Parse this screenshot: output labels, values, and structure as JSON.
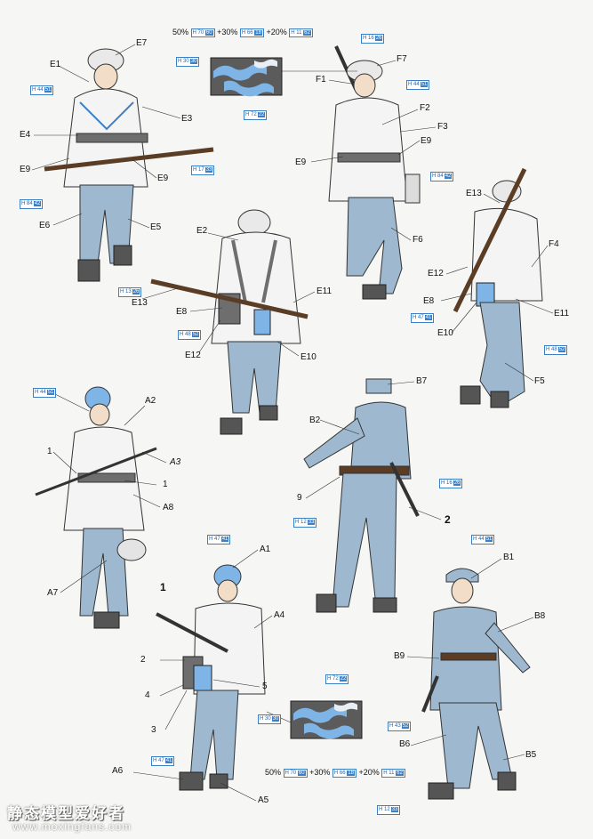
{
  "callouts": {
    "E7": "E7",
    "E1": "E1",
    "E3": "E3",
    "E4": "E4",
    "E9a": "E9",
    "E9b": "E9",
    "E6": "E6",
    "E5": "E5",
    "F7": "F7",
    "F1": "F1",
    "F2": "F2",
    "F3": "F3",
    "E9c": "E9",
    "E9d": "E9",
    "F6": "F6",
    "E2": "E2",
    "E11a": "E11",
    "E8a": "E8",
    "E13a": "E13",
    "E12a": "E12",
    "E10a": "E10",
    "E13b": "E13",
    "F4": "F4",
    "E12b": "E12",
    "E8b": "E8",
    "E11b": "E11",
    "E10b": "E10",
    "F5": "F5",
    "A2": "A2",
    "A1_left": "1",
    "A3": "A3",
    "A1_right": "1",
    "A8": "A8",
    "A7": "A7",
    "B7": "B7",
    "B2": "B2",
    "B9_9": "9",
    "B_2": "2",
    "A1": "A1",
    "A4": "A4",
    "P1": "1",
    "P2": "2",
    "P5": "5",
    "P4": "4",
    "P3": "3",
    "A6": "A6",
    "A5": "A5",
    "B1": "B1",
    "B8": "B8",
    "B9": "B9",
    "B6": "B6",
    "B5": "B5"
  },
  "mix_top": {
    "p1": "50%",
    "c1": "H 70",
    "n1": "60",
    "p2": "+30%",
    "c2": "H 66",
    "n2": "18",
    "p3": "+20%",
    "c3": "H 11",
    "n3": "62"
  },
  "mix_bottom": {
    "p1": "50%",
    "c1": "H 70",
    "n1": "60",
    "p2": "+30%",
    "c2": "H 66",
    "n2": "18",
    "p3": "+20%",
    "c3": "H 11",
    "n3": "62"
  },
  "chips": {
    "h44_51_a": {
      "code": "H 44",
      "num": "51"
    },
    "h84_42_a": {
      "code": "H 84",
      "num": "42"
    },
    "h30_30_a": {
      "code": "H 30",
      "num": "30"
    },
    "h72_22_a": {
      "code": "H 72",
      "num": "22"
    },
    "h17_33_a": {
      "code": "H 17",
      "num": "33"
    },
    "h16_26_a": {
      "code": "H 16",
      "num": "26"
    },
    "h44_51_b": {
      "code": "H 44",
      "num": "51"
    },
    "h84_42_b": {
      "code": "H 84",
      "num": "42"
    },
    "h13_26": {
      "code": "H 13",
      "num": "26"
    },
    "h48_52_a": {
      "code": "H 48",
      "num": "52"
    },
    "h47_41_a": {
      "code": "H 47",
      "num": "41"
    },
    "h48_52_b": {
      "code": "H 48",
      "num": "52"
    },
    "h44_51_c": {
      "code": "H 44",
      "num": "51"
    },
    "h16_26_b": {
      "code": "H 16",
      "num": "26"
    },
    "h12_33_a": {
      "code": "H 12",
      "num": "33"
    },
    "h47_41_b": {
      "code": "H 47",
      "num": "41"
    },
    "h72_22_b": {
      "code": "H 72",
      "num": "22"
    },
    "h30_30_b": {
      "code": "H 30",
      "num": "30"
    },
    "h44_51_d": {
      "code": "H 44",
      "num": "51"
    },
    "h43_52": {
      "code": "H 43",
      "num": "52"
    },
    "h47_41_c": {
      "code": "H 47",
      "num": "41"
    },
    "h12_33_b": {
      "code": "H 12",
      "num": "33"
    }
  },
  "watermark": {
    "text": "静态模型爱好者",
    "url": "www.moxingfans.com"
  },
  "colors": {
    "uniform_blue": "#9db8cf",
    "chip_blue": "#3b7fc4",
    "camo_dark": "#5b5b5b",
    "camo_light": "#7fb4e6"
  }
}
